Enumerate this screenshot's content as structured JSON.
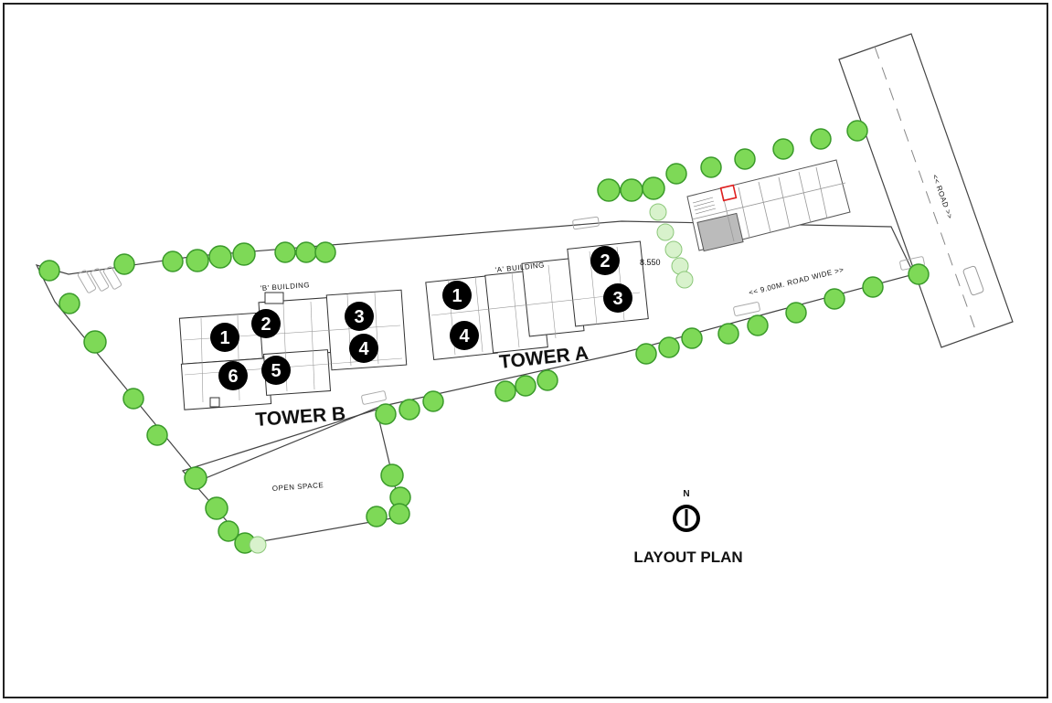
{
  "plan": {
    "title": "LAYOUT PLAN",
    "north_label": "N",
    "road_label": "<<  ROAD  >>",
    "road_width_label": "<<   9.00M. ROAD WIDE   >>",
    "dimension_label": "8.550",
    "open_space_label": "OPEN SPACE",
    "building_a_label": "'A' BUILDING",
    "building_b_label": "'B' BUILDING",
    "tower_a_label": "TOWER A",
    "tower_b_label": "TOWER B"
  },
  "tower_a_units": [
    "1",
    "2",
    "3",
    "4"
  ],
  "tower_b_units": [
    "1",
    "2",
    "3",
    "4",
    "5",
    "6"
  ],
  "colors": {
    "tree_fill": "#7ed957",
    "tree_edge": "#3a9a2a",
    "line": "#333333",
    "badge": "#000000",
    "highlight": "#e02020"
  }
}
